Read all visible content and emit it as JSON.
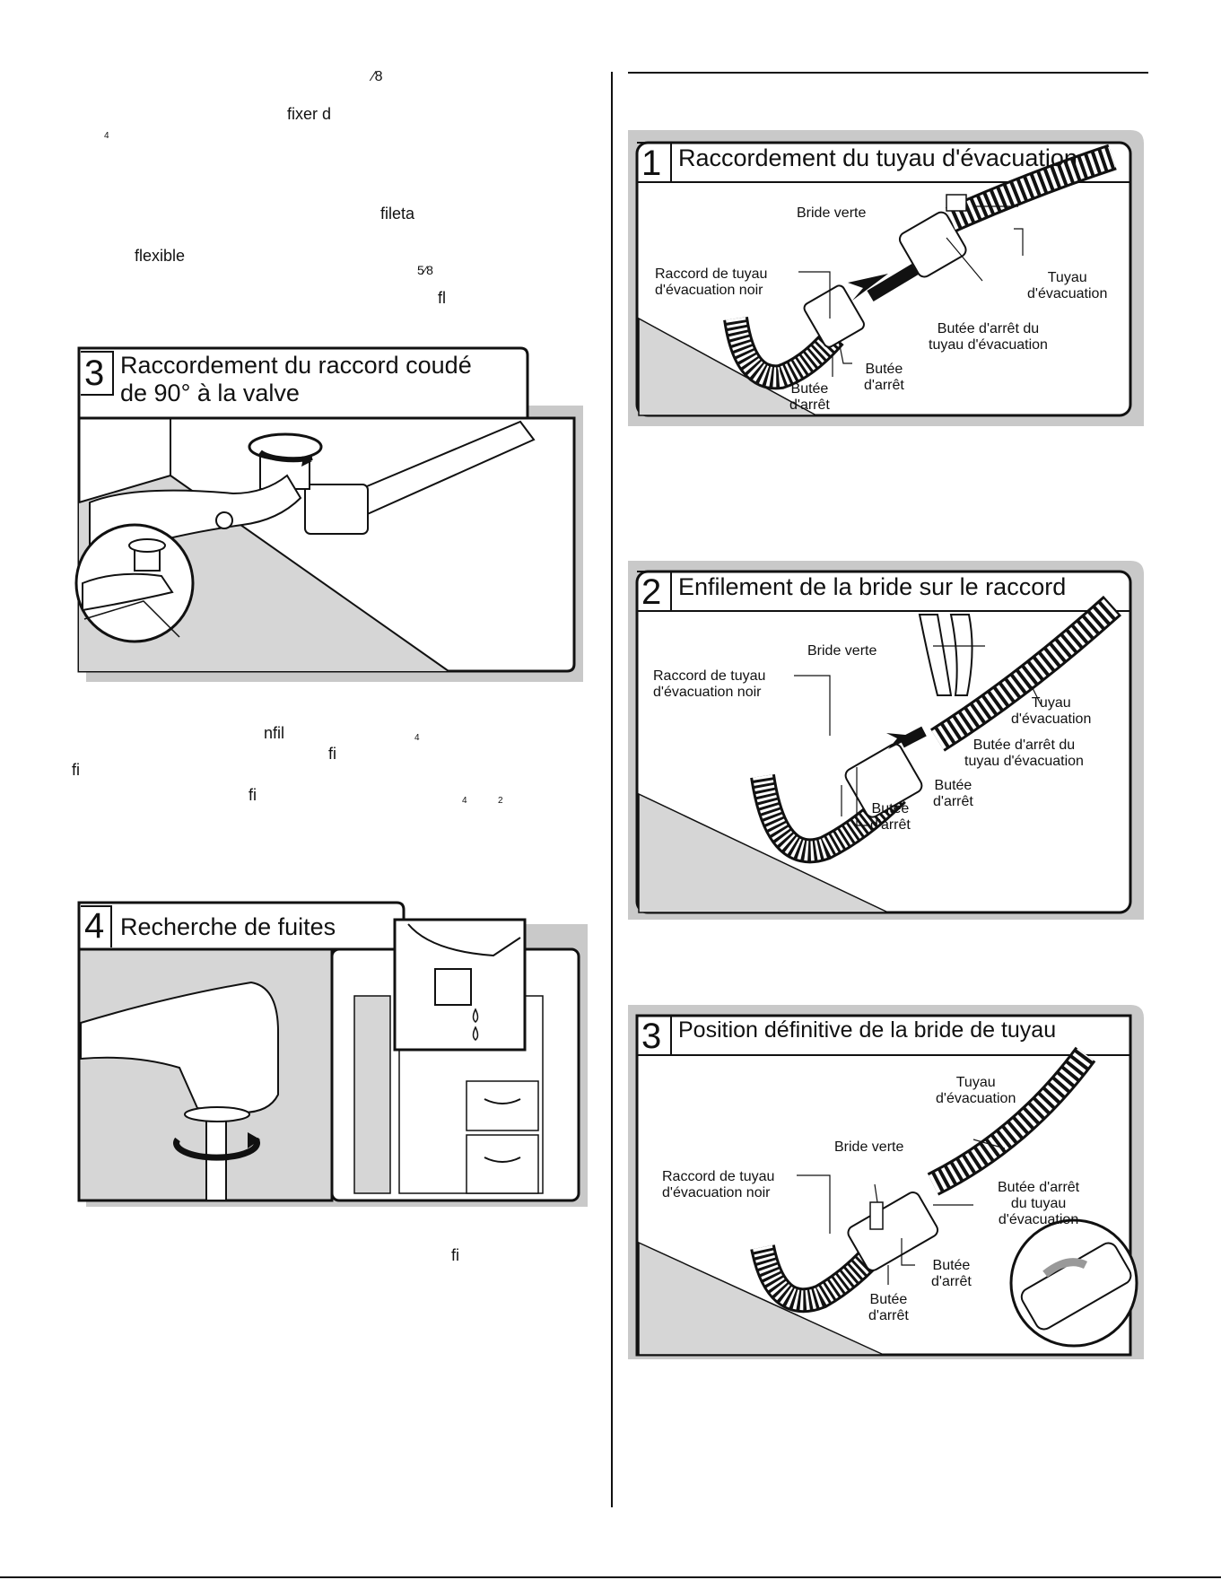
{
  "left_fragments": {
    "frac_1_8": "⁄8",
    "fixer": "fixer d",
    "sup_4a": "4",
    "fileta": "fileta",
    "flexible": "flexible",
    "frac_5_8": "5⁄8",
    "fl": "fl",
    "nfil": "nfil",
    "sup_4b": "4",
    "fi_a": "fi",
    "fi_b": "fi",
    "fi_c": "fi",
    "sup_4c": "4",
    "sup_2": "2",
    "fi_d": "fi"
  },
  "figures": {
    "valve": {
      "number": "3",
      "title_line1": "Raccordement du raccord coudé",
      "title_line2": "de 90° à la valve"
    },
    "leaks": {
      "number": "4",
      "title": "Recherche de fuites"
    },
    "drain1": {
      "number": "1",
      "title": "Raccordement du tuyau d'évacuation",
      "labels": {
        "bride": "Bride verte",
        "raccord": "Raccord de tuyau\nd'évacuation noir",
        "tuyau": "Tuyau\nd'évacuation",
        "butee_tuyau": "Butée d'arrêt du\ntuyau d'évacuation",
        "butee_a": "Butée\nd'arrêt",
        "butee_b": "Butée\nd'arrêt"
      }
    },
    "drain2": {
      "number": "2",
      "title": "Enfilement de la bride sur le raccord",
      "labels": {
        "bride": "Bride verte",
        "raccord": "Raccord de tuyau\nd'évacuation noir",
        "tuyau": "Tuyau\nd'évacuation",
        "butee_tuyau": "Butée d'arrêt du\ntuyau d'évacuation",
        "butee_a": "Butée\nd'arrêt",
        "butee_b": "Butée\nd'arrêt"
      }
    },
    "drain3": {
      "number": "3",
      "title": "Position définitive de la bride de tuyau",
      "labels": {
        "tuyau": "Tuyau\nd'évacuation",
        "bride": "Bride verte",
        "raccord": "Raccord de tuyau\nd'évacuation noir",
        "butee_tuyau": "Butée d'arrêt\ndu tuyau\nd'évacuation",
        "butee_a": "Butée\nd'arrêt",
        "butee_b": "Butée\nd'arrêt"
      }
    }
  }
}
